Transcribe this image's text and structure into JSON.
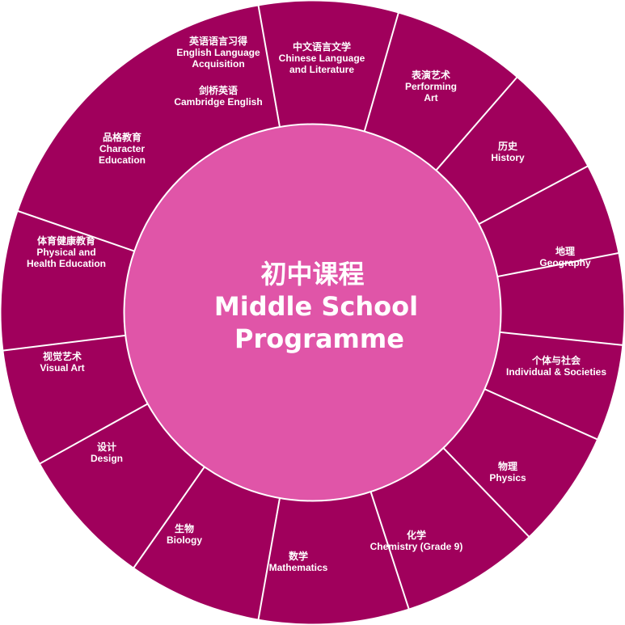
{
  "colors": {
    "ring": "#a0005c",
    "center": "#e055a8",
    "divider": "#ffffff",
    "text": "#ffffff"
  },
  "center": {
    "line1": "初中课程",
    "line2": "Middle School",
    "line3": "Programme"
  },
  "segments": [
    {
      "id": "chinese",
      "lines": [
        "中文语言文学",
        "Chinese Language",
        "and Literature"
      ]
    },
    {
      "id": "performing-art",
      "lines": [
        "表演艺术",
        "Performing",
        "Art"
      ]
    },
    {
      "id": "history",
      "lines": [
        "历史",
        "History"
      ]
    },
    {
      "id": "geography",
      "lines": [
        "地理",
        "Geography"
      ]
    },
    {
      "id": "individual-societies",
      "lines": [
        "个体与社会",
        "Individual & Societies"
      ]
    },
    {
      "id": "physics",
      "lines": [
        "物理",
        "Physics"
      ]
    },
    {
      "id": "chemistry",
      "lines": [
        "化学",
        "Chemistry (Grade 9)"
      ]
    },
    {
      "id": "mathematics",
      "lines": [
        "数学",
        "Mathematics"
      ]
    },
    {
      "id": "biology",
      "lines": [
        "生物",
        "Biology"
      ]
    },
    {
      "id": "design",
      "lines": [
        "设计",
        "Design"
      ]
    },
    {
      "id": "visual-art",
      "lines": [
        "视觉艺术",
        "Visual Art"
      ]
    },
    {
      "id": "physical-health",
      "lines": [
        "体育健康教育",
        "Physical and",
        "Health Education"
      ]
    },
    {
      "id": "character",
      "lines": [
        "品格教育",
        "Character",
        "Education"
      ]
    },
    {
      "id": "english",
      "lines": [
        "英语语言习得",
        "English Language",
        "Acquisition",
        "剑桥英语",
        "Cambridge English"
      ]
    }
  ]
}
